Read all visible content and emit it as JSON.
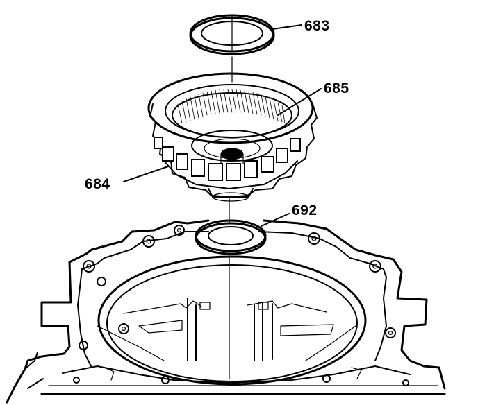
{
  "callouts": {
    "c683": "683",
    "c685": "685",
    "c684": "684",
    "c692": "692"
  },
  "colors": {
    "ink": "#000000",
    "paper": "#ffffff"
  }
}
